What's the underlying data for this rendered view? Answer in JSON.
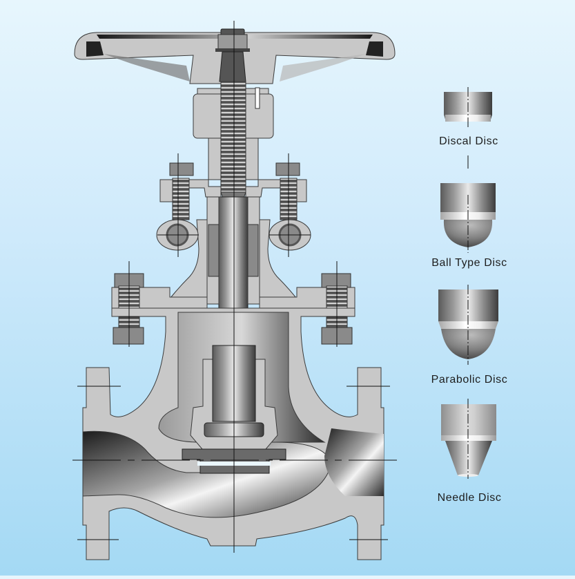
{
  "diagram": {
    "subject": "globe-valve-cutaway",
    "colors": {
      "background_top": "#e7f6fd",
      "background_bottom": "#a4d9f4",
      "metal_light": "#c8c8c8",
      "metal_mid": "#8a8a8a",
      "metal_dark": "#1e1e1e",
      "outline": "#3a3a3a",
      "label_text": "#1d1d1d"
    },
    "disc_types": [
      {
        "label": "Discal Disc",
        "shape": "discal"
      },
      {
        "label": "Ball Type Disc",
        "shape": "ball"
      },
      {
        "label": "Parabolic Disc",
        "shape": "parabolic"
      },
      {
        "label": "Needle Disc",
        "shape": "needle"
      }
    ]
  }
}
